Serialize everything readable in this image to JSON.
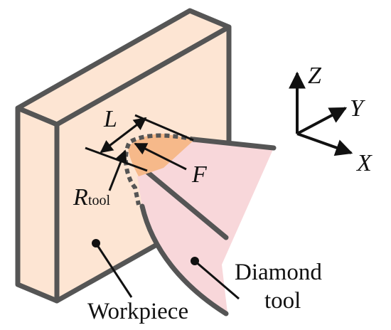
{
  "labels": {
    "length": "L",
    "feed": "F",
    "radius_main": "R",
    "radius_sub": "tool",
    "workpiece": "Workpiece",
    "diamond_line1": "Diamond",
    "diamond_line2": "tool"
  },
  "axes": {
    "z": "Z",
    "y": "Y",
    "x": "X"
  },
  "colors": {
    "workpiece_face": "#FDE5D3",
    "workpiece_edge": "#555555",
    "tool_fill": "#F8D7DA",
    "chip_fill": "#F6B98A",
    "line": "#111111"
  }
}
